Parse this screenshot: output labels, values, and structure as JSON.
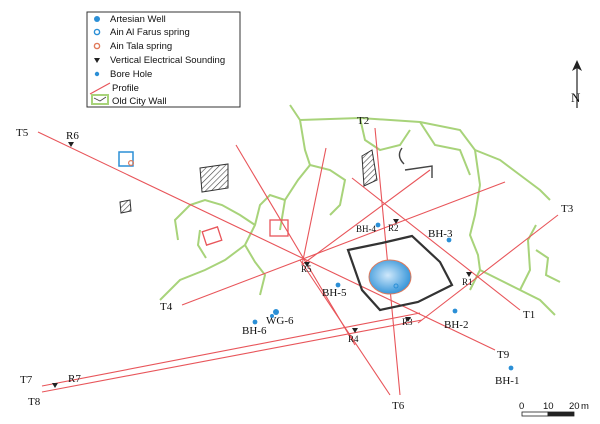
{
  "legend": {
    "items": [
      {
        "key": "artesian-well",
        "label": "Artesian Well"
      },
      {
        "key": "ain-al-farus",
        "label": "Ain Al Farus spring"
      },
      {
        "key": "ain-tala",
        "label": "Ain Tala spring"
      },
      {
        "key": "ves",
        "label": "Vertical Electrical Sounding"
      },
      {
        "key": "bore-hole",
        "label": "Bore Hole"
      },
      {
        "key": "profile",
        "label": "Profile"
      },
      {
        "key": "wall",
        "label": "Old City Wall"
      }
    ]
  },
  "north": {
    "label": "N"
  },
  "scale": {
    "ticks": [
      "0",
      "10",
      "20"
    ],
    "unit": "m"
  },
  "profiles": [
    {
      "label": "T1"
    },
    {
      "label": "T2"
    },
    {
      "label": "T3"
    },
    {
      "label": "T4"
    },
    {
      "label": "T5"
    },
    {
      "label": "T6"
    },
    {
      "label": "T7"
    },
    {
      "label": "T8"
    },
    {
      "label": "T9"
    }
  ],
  "ves_points": [
    {
      "label": "R1"
    },
    {
      "label": "R2"
    },
    {
      "label": "R3"
    },
    {
      "label": "R4"
    },
    {
      "label": "R5"
    },
    {
      "label": "R6"
    },
    {
      "label": "R7"
    }
  ],
  "boreholes": [
    {
      "label": "BH-1"
    },
    {
      "label": "BH-2"
    },
    {
      "label": "BH-3"
    },
    {
      "label": "BH-4"
    },
    {
      "label": "BH-5"
    },
    {
      "label": "BH-6"
    },
    {
      "label": "WG-6"
    }
  ],
  "colors": {
    "profile": "#e8555a",
    "wall": "#a8d37a",
    "well": "#2b8fd6",
    "tala": "#e07a5a",
    "marker": "#222222"
  }
}
